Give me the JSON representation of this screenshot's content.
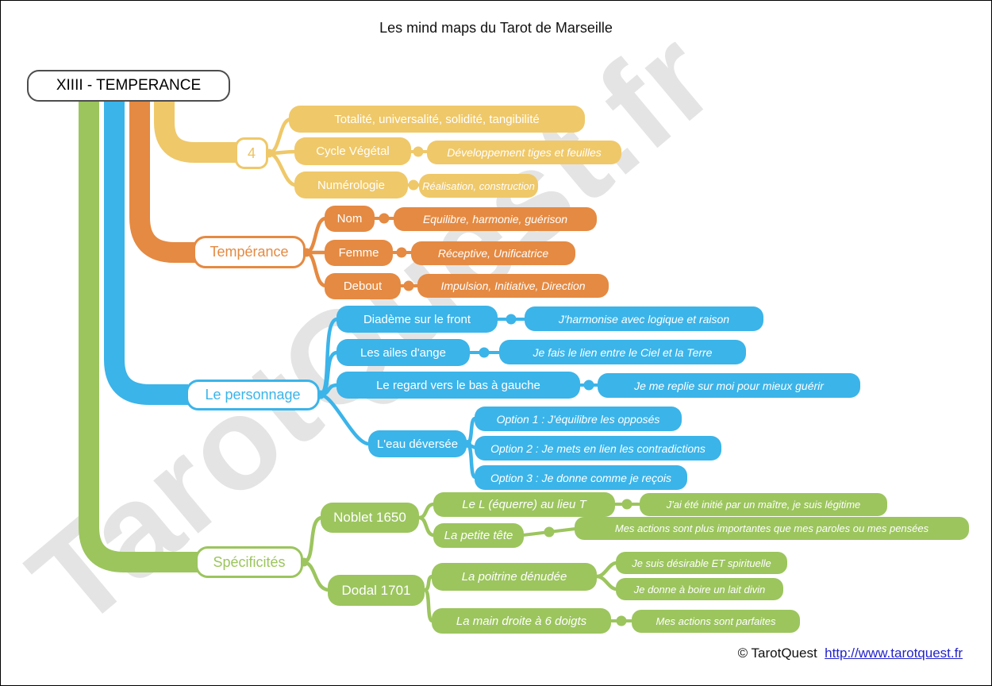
{
  "title": "Les mind maps du Tarot de Marseille",
  "watermark": "TarotQuest.fr",
  "colors": {
    "yellow": "#EFC869",
    "orange": "#E58A42",
    "blue": "#3BB4E9",
    "green": "#9CC55E",
    "link_blue": "#2323CC",
    "watermark_gray": "#E4E4E4"
  },
  "map": {
    "root": "XIIII - TEMPERANCE",
    "yellow": {
      "parent": "4",
      "totalite": "Totalité, universalité, solidité, tangibilité",
      "cycle": "Cycle Végétal",
      "cycle_leaf": "Développement tiges et feuilles",
      "numerologie": "Numérologie",
      "numerologie_leaf": "Réalisation, construction"
    },
    "orange": {
      "parent": "Tempérance",
      "nom": "Nom",
      "nom_leaf": "Equilibre, harmonie, guérison",
      "femme": "Femme",
      "femme_leaf": "Réceptive, Unificatrice",
      "debout": "Debout",
      "debout_leaf": "Impulsion, Initiative, Direction"
    },
    "blue": {
      "parent": "Le personnage",
      "diademe": "Diadème sur le front",
      "diademe_leaf": "J'harmonise avec logique et raison",
      "ailes": "Les ailes d'ange",
      "ailes_leaf": "Je fais le lien entre le Ciel et la Terre",
      "regard": "Le regard vers le bas à gauche",
      "regard_leaf": "Je me replie sur moi pour mieux guérir",
      "eau": "L'eau déversée",
      "option1": "Option 1 : J'équilibre les opposés",
      "option2": "Option 2 : Je mets en lien les contradictions",
      "option3": "Option 3 : Je donne comme je reçois"
    },
    "green": {
      "parent": "Spécificités",
      "noblet": "Noblet 1650",
      "leL": "Le L (équerre) au lieu T",
      "leL_leaf": "J'ai été initié par un maître, je suis légitime",
      "petite": "La petite tête",
      "petite_leaf": "Mes actions sont plus importantes que mes paroles ou mes pensées",
      "dodal": "Dodal 1701",
      "poitrine": "La poitrine dénudée",
      "poitrine_leaf1": "Je suis désirable ET spirituelle",
      "poitrine_leaf2": "Je donne à boire un lait divin",
      "main": "La main droite à 6 doigts",
      "main_leaf": "Mes actions sont parfaites"
    }
  },
  "footer": {
    "copyright": "© TarotQuest",
    "link": "http://www.tarotquest.fr"
  }
}
